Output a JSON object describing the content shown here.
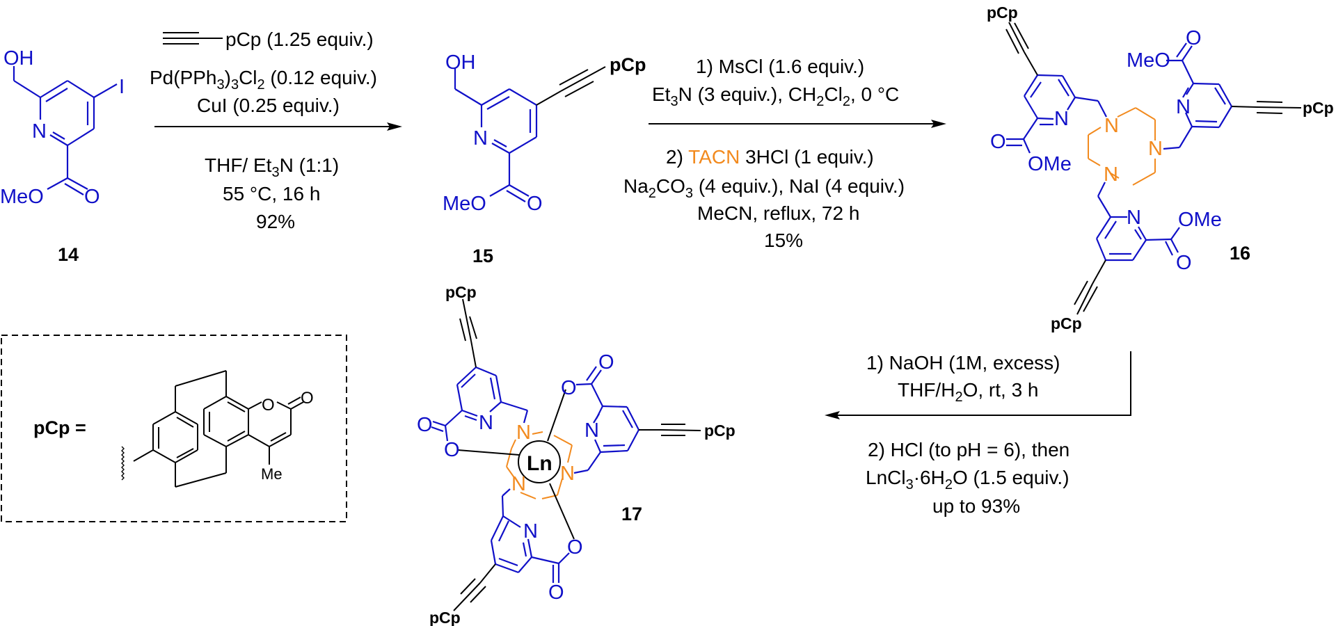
{
  "colors": {
    "ligand": "#1010c8",
    "tacn": "#f28a1e",
    "text": "#000000",
    "background": "#ffffff"
  },
  "compounds": {
    "c14": {
      "label": "14",
      "atoms": {
        "oh": "OH",
        "i": "I",
        "n": "N",
        "meo": "MeO",
        "o": "O"
      }
    },
    "c15": {
      "label": "15",
      "atoms": {
        "oh": "OH",
        "n": "N",
        "meo": "MeO",
        "o": "O",
        "pcp": "pCp"
      }
    },
    "c16": {
      "label": "16",
      "atoms": {
        "pcp_top": "pCp",
        "pcp_right": "pCp",
        "pcp_bottom": "pCp",
        "meo_top": "MeO",
        "o_top": "O",
        "o_left": "O",
        "ome_left": "OMe",
        "ome_bottom": "OMe",
        "o_bottom": "O",
        "n_py1": "N",
        "n_py2": "N",
        "n_py3": "N",
        "n_tacn1": "N",
        "n_tacn2": "N",
        "n_tacn3": "N"
      }
    },
    "c17": {
      "label": "17",
      "metal": "Ln",
      "atoms": {
        "pcp_top": "pCp",
        "pcp_right": "pCp",
        "pcp_bottom": "pCp",
        "o1": "O",
        "o2": "O",
        "o3": "O",
        "o4": "O",
        "o5": "O",
        "o6": "O",
        "n_py1": "N",
        "n_py2": "N",
        "n_py3": "N",
        "n_tacn1": "N",
        "n_tacn2": "N",
        "n_tacn3": "N"
      }
    }
  },
  "reactions": {
    "step1": {
      "reagent_alkyne": "pCp (1.25 equiv.)",
      "catalyst": {
        "pre": "Pd(PPh",
        "s1": "3",
        "mid": ")",
        "s2": "3",
        "post": "Cl",
        "s3": "2",
        "tail": " (0.12 equiv.)"
      },
      "cocatalyst": "CuI (0.25 equiv.)",
      "solvent": {
        "pre": "THF/ Et",
        "s1": "3",
        "post": "N (1:1)"
      },
      "conditions": "55 °C, 16 h",
      "yield": "92%"
    },
    "step2": {
      "line1": "1) MsCl (1.6 equiv.)",
      "line2": {
        "pre": "Et",
        "s1": "3",
        "mid": "N (3 equiv.), CH",
        "s2": "2",
        "mid2": "Cl",
        "s3": "2",
        "post": ", 0 °C"
      },
      "line3": {
        "pre": "2) ",
        "tacn": "TACN",
        "post": " 3HCl (1 equiv.)"
      },
      "line4": {
        "pre": "Na",
        "s1": "2",
        "mid": "CO",
        "s2": "3",
        "post": " (4 equiv.), NaI (4 equiv.)"
      },
      "line5": "MeCN, reflux, 72 h",
      "yield": "15%"
    },
    "step3": {
      "line1": "1) NaOH (1M, excess)",
      "line2": {
        "pre": "THF/H",
        "s1": "2",
        "post": "O, rt, 3 h"
      },
      "line3": "2) HCl (to pH = 6), then",
      "line4": {
        "pre": "LnCl",
        "s1": "3",
        "mid": "·6H",
        "s2": "2",
        "post": "O (1.5 equiv.)"
      },
      "yield": "up to 93%"
    }
  },
  "legend_box": {
    "label": "pCp =",
    "atoms": {
      "o_ring": "O",
      "o_carbonyl": "O",
      "me": "Me"
    }
  }
}
